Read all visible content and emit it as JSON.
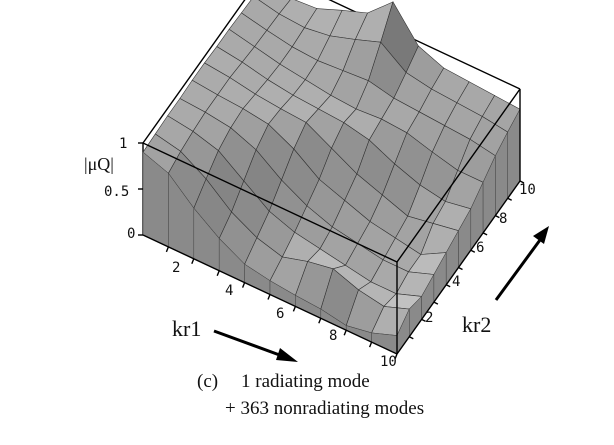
{
  "chart_data": {
    "type": "surface3d",
    "zlabel": "|μQ|",
    "xlabel": "kr1",
    "ylabel": "kr2",
    "xlim": [
      0,
      10
    ],
    "ylim": [
      0,
      10
    ],
    "zlim": [
      0,
      1
    ],
    "x_ticks": [
      "2",
      "4",
      "6",
      "8",
      "10"
    ],
    "y_ticks": [
      "2",
      "4",
      "6",
      "8",
      "10"
    ],
    "z_ticks": [
      "0",
      "0.5",
      "1"
    ],
    "x": [
      0,
      1,
      2,
      3,
      4,
      5,
      6,
      7,
      8,
      9,
      10
    ],
    "y": [
      0,
      1,
      2,
      3,
      4,
      5,
      6,
      7,
      8,
      9,
      10
    ],
    "z": [
      [
        0.9,
        0.91,
        0.92,
        0.92,
        0.93,
        0.93,
        0.92,
        0.92,
        0.91,
        0.9,
        0.88
      ],
      [
        0.8,
        0.85,
        0.88,
        0.9,
        0.9,
        0.9,
        0.88,
        0.86,
        0.85,
        0.84,
        0.82
      ],
      [
        0.55,
        0.68,
        0.8,
        0.86,
        0.88,
        0.85,
        0.82,
        0.8,
        0.8,
        0.82,
        0.84
      ],
      [
        0.35,
        0.45,
        0.6,
        0.75,
        0.84,
        0.82,
        0.78,
        0.76,
        0.78,
        0.86,
        0.95
      ],
      [
        0.2,
        0.3,
        0.4,
        0.55,
        0.7,
        0.8,
        0.76,
        0.72,
        0.8,
        0.95,
        1.05
      ],
      [
        0.15,
        0.22,
        0.3,
        0.4,
        0.5,
        0.65,
        0.74,
        0.7,
        0.82,
        1.05,
        1.3
      ],
      [
        0.12,
        0.3,
        0.25,
        0.3,
        0.4,
        0.5,
        0.68,
        0.72,
        0.76,
        0.85,
        0.95
      ],
      [
        0.1,
        0.35,
        0.2,
        0.25,
        0.3,
        0.4,
        0.55,
        0.7,
        0.74,
        0.8,
        0.84
      ],
      [
        0.05,
        0.25,
        0.15,
        0.2,
        0.25,
        0.3,
        0.45,
        0.62,
        0.72,
        0.78,
        0.82
      ],
      [
        0.1,
        0.2,
        0.15,
        0.2,
        0.2,
        0.35,
        0.4,
        0.55,
        0.7,
        0.76,
        0.8
      ],
      [
        0.2,
        0.3,
        0.25,
        0.3,
        0.35,
        0.4,
        0.45,
        0.55,
        0.65,
        0.72,
        0.78
      ]
    ]
  },
  "caption": {
    "label": "(c)",
    "line1": "1 radiating mode",
    "line2": "+ 363 nonradiating modes"
  }
}
